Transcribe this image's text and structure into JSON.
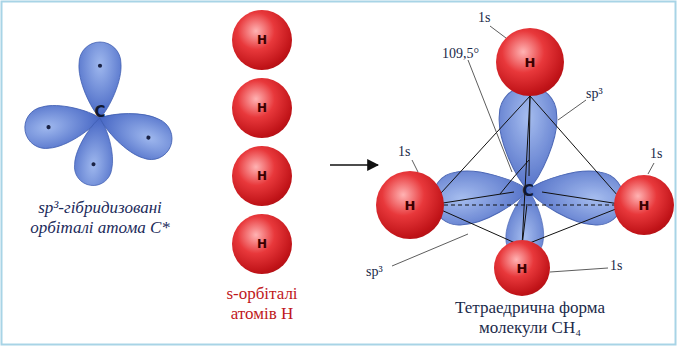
{
  "diagram": {
    "nodes": [
      {
        "text": [
          "C"
        ]
      },
      {
        "text": [
          "H"
        ]
      },
      {
        "text": [
          "H"
        ]
      },
      {
        "text": [
          "H"
        ]
      },
      {
        "text": [
          "H"
        ]
      },
      {
        "text": [
          "H"
        ]
      },
      {
        "text": [
          "H"
        ]
      },
      {
        "text": [
          "C"
        ]
      },
      {
        "text": [
          "H"
        ]
      },
      {
        "text": [
          "H"
        ]
      }
    ],
    "labels": [
      "sp³-гібридизовані орбіталі атома С*",
      "s-орбіталі атомів Н",
      "Тетраедрична форма молекули CH₄",
      "1s",
      "1s",
      "1s",
      "1s",
      "sp³",
      "sp³",
      "109,5°"
    ]
  }
}
